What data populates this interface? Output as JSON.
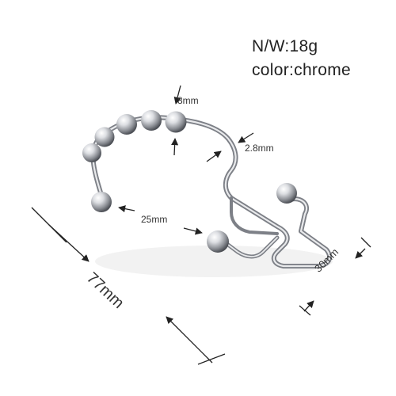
{
  "specs": {
    "weight": "N/W:18g",
    "color": "color:chrome"
  },
  "dimensions": {
    "ball_diameter": "8mm",
    "wire_thickness": "2.8mm",
    "inner_gap": "25mm",
    "total_length": "77mm",
    "width": "30mm"
  },
  "colors": {
    "chrome_light": "#f4f4f6",
    "chrome_mid": "#b9bcc2",
    "chrome_dark": "#5f6268",
    "arrow": "#222222"
  }
}
